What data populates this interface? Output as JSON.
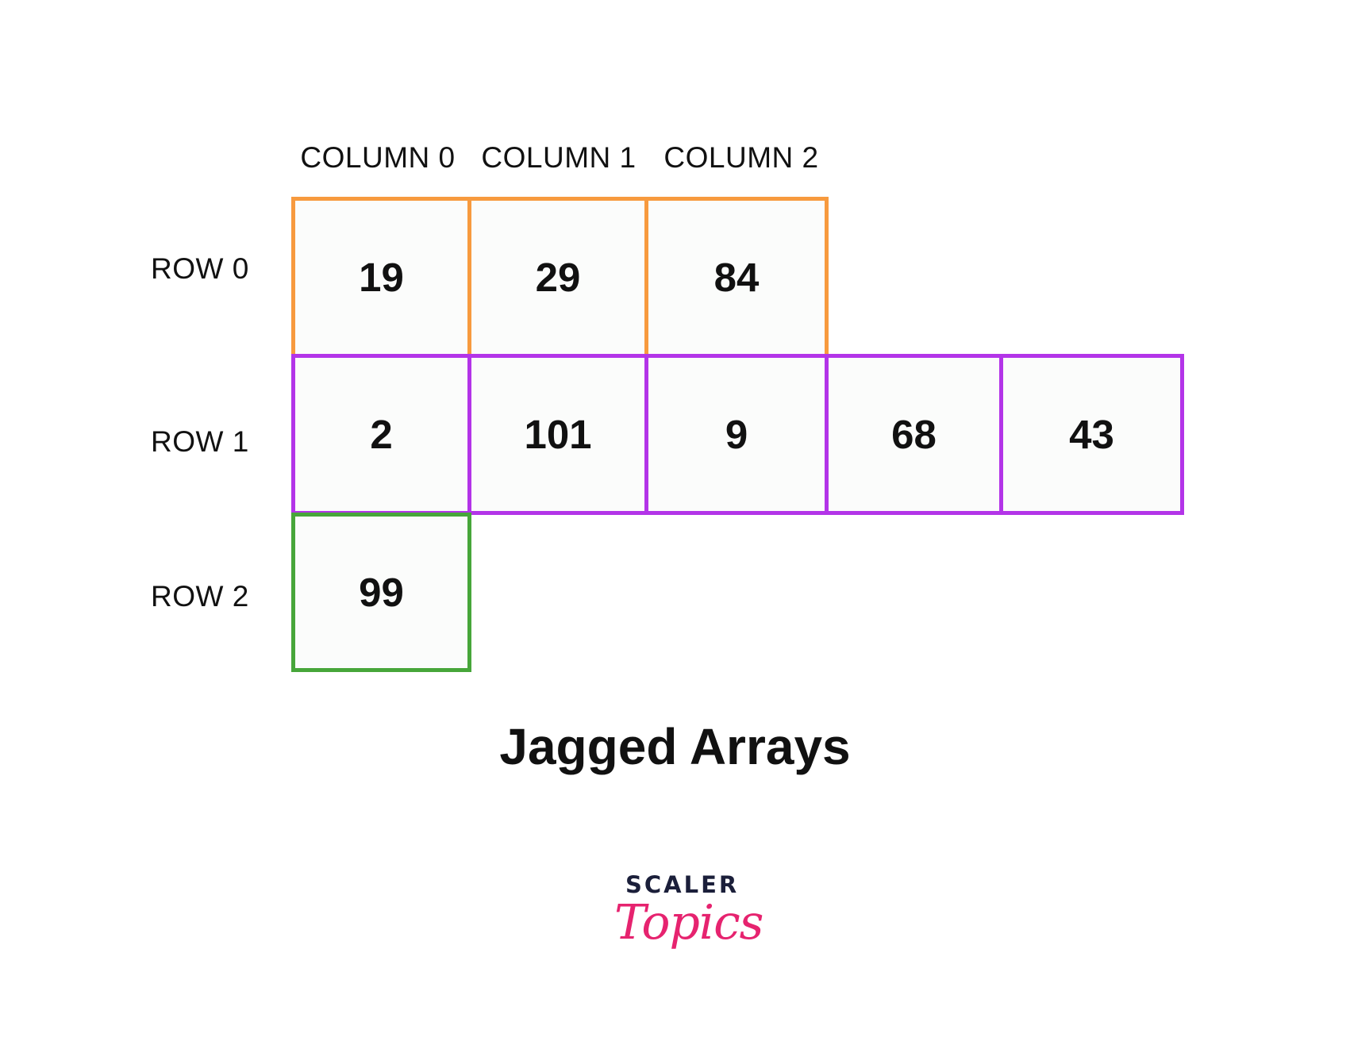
{
  "columns": [
    "COLUMN 0",
    "COLUMN 1",
    "COLUMN 2"
  ],
  "rows": [
    "ROW 0",
    "ROW 1",
    "ROW 2"
  ],
  "jagged_array": [
    [
      "19",
      "29",
      "84"
    ],
    [
      "2",
      "101",
      "9",
      "68",
      "43"
    ],
    [
      "99"
    ]
  ],
  "row_colors": [
    "#f79a3e",
    "#b334e8",
    "#47a63a"
  ],
  "title": "Jagged Arrays",
  "logo": {
    "line1": "SCALER",
    "line2": "Topics"
  }
}
